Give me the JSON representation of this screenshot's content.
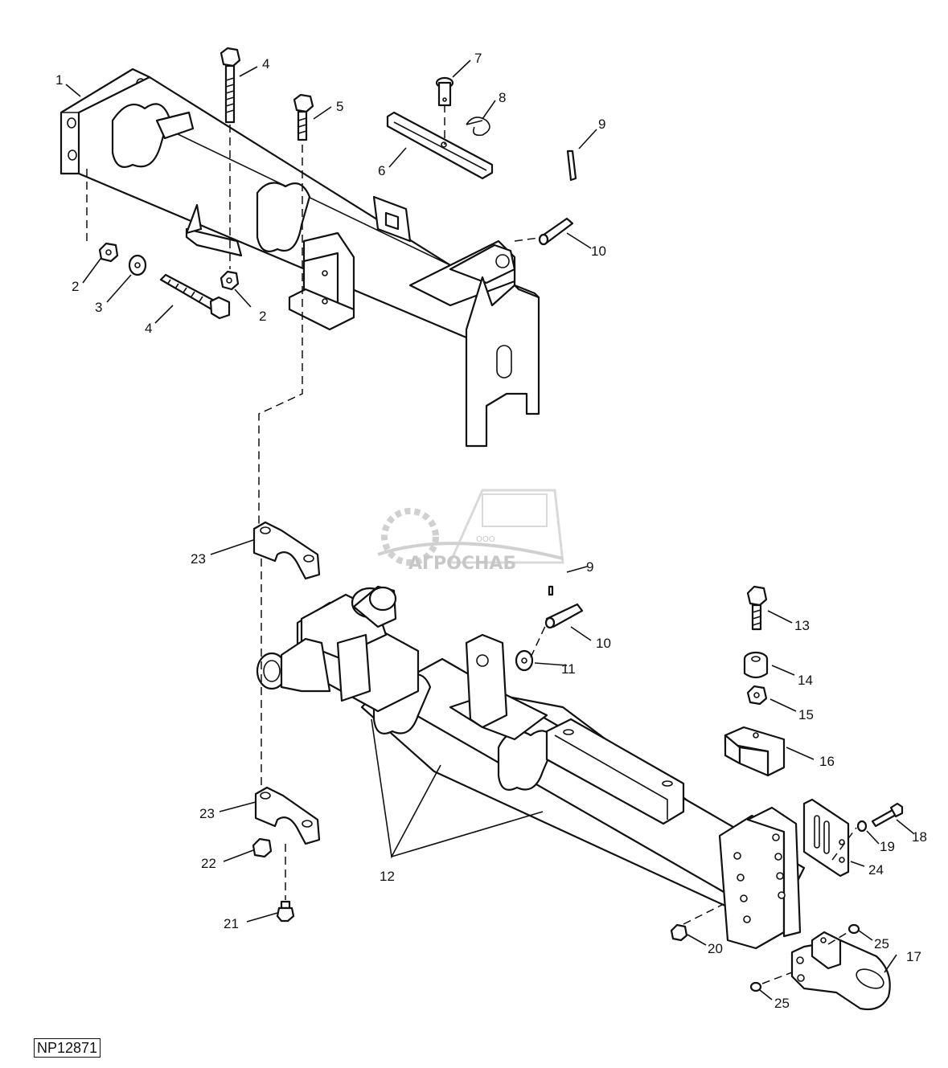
{
  "figure_id": "NP12871",
  "watermark": {
    "company_form": "ООО",
    "brand": "АГРОСНАБ"
  },
  "callouts": {
    "c1": "1",
    "c2a": "2",
    "c2b": "2",
    "c3": "3",
    "c4a": "4",
    "c4b": "4",
    "c5": "5",
    "c6": "6",
    "c7": "7",
    "c8": "8",
    "c9a": "9",
    "c9b": "9",
    "c10a": "10",
    "c10b": "10",
    "c11": "11",
    "c12": "12",
    "c13": "13",
    "c14": "14",
    "c15": "15",
    "c16": "16",
    "c17": "17",
    "c18": "18",
    "c19": "19",
    "c20": "20",
    "c21": "21",
    "c22": "22",
    "c23a": "23",
    "c23b": "23",
    "c24": "24",
    "c25a": "25",
    "c25b": "25"
  }
}
